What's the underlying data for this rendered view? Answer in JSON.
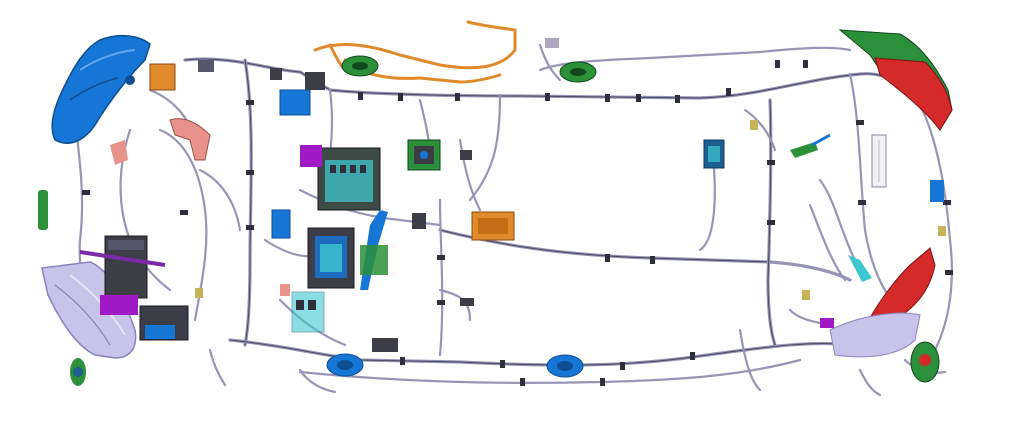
{
  "colors": {
    "harness": "#9a98b8",
    "harness_dark": "#4a4a63",
    "blue": "#1676d6",
    "orange": "#e08a2c",
    "red": "#d42a2a",
    "green": "#2c8f3a",
    "lavender": "#b7b1e0",
    "purple": "#a21ac6",
    "teal": "#3ec7cf",
    "dark_gray": "#3d3d48",
    "salmon": "#e7928a",
    "gold": "#c9b35a"
  },
  "components": [
    {
      "id": "front-left-headlamp",
      "color": "blue"
    },
    {
      "id": "front-right-headlamp",
      "color": "lavender"
    },
    {
      "id": "rear-left-lamp",
      "color": "red"
    },
    {
      "id": "rear-right-lamp",
      "color": "red"
    },
    {
      "id": "battery",
      "color": "dark_gray"
    },
    {
      "id": "fuse-box",
      "color": "teal"
    },
    {
      "id": "instrument-module",
      "color": "teal"
    },
    {
      "id": "center-module",
      "color": "orange"
    },
    {
      "id": "roof-harness",
      "color": "orange"
    },
    {
      "id": "door-grommet",
      "color": "blue"
    }
  ]
}
